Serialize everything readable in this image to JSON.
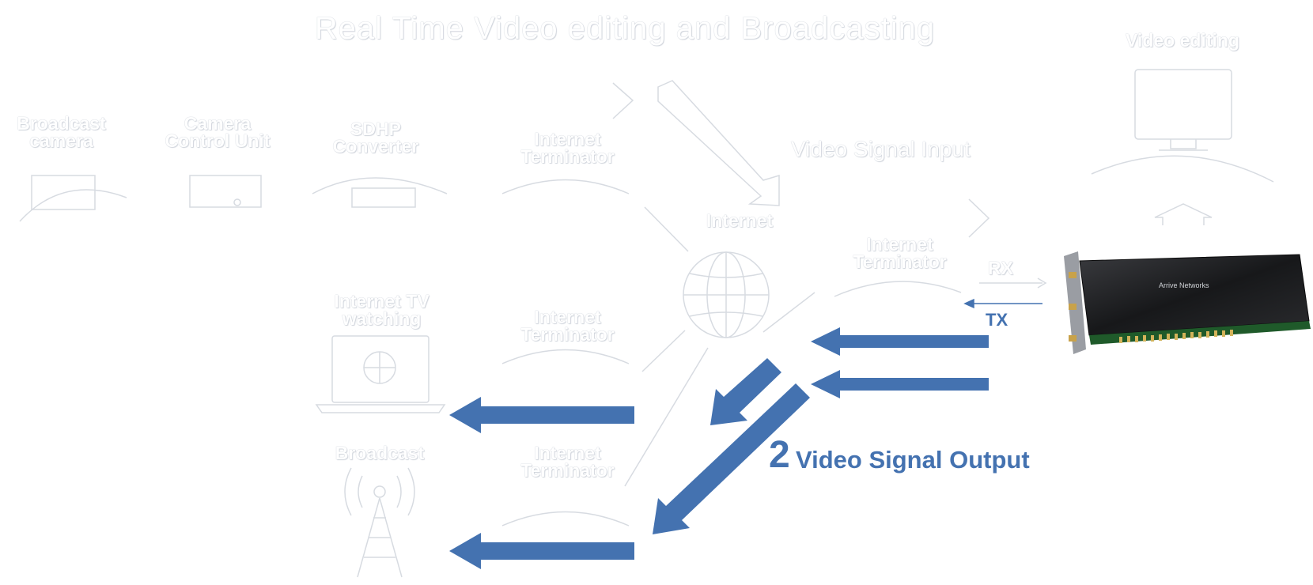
{
  "title": "Real Time Video editing and Broadcasting",
  "labels": {
    "broadcast_camera": "Broadcast camera",
    "camera_control_unit": "Camera Control Unit",
    "sdhp_converter": "SDHP Converter",
    "internet_terminator_top": "Internet Terminator",
    "video_signal_input": "Video Signal Input",
    "video_editing": "Video editing",
    "internet": "Internet",
    "internet_terminator_mid": "Internet Terminator",
    "rx": "RX",
    "tx": "TX",
    "internet_tv_watching": "Internet TV watching",
    "internet_terminator_left": "Internet Terminator",
    "broadcast": "Broadcast",
    "internet_terminator_bottom": "Internet Terminator",
    "output_number": "2",
    "output_label": "Video Signal Output",
    "card_brand": "Arrive Networks"
  },
  "colors": {
    "arrow_blue": "#4472b0",
    "ghost_outline": "#cfd4db",
    "card_body": "#1c1c1e"
  }
}
